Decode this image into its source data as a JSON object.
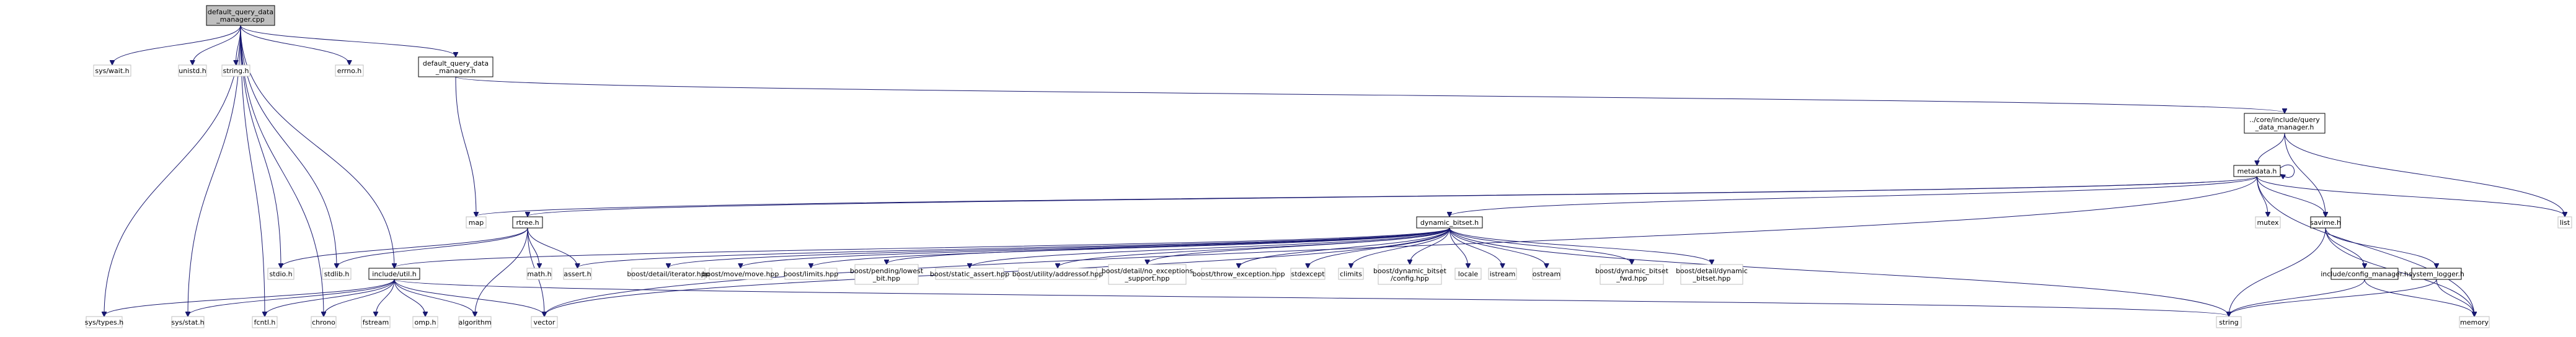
{
  "graph": {
    "edge_color": "#191970",
    "root_fill": "#bfbfbf",
    "nodes": [
      {
        "id": "root",
        "lines": [
          "default_query_data",
          "_manager.cpp"
        ],
        "style": "root"
      },
      {
        "id": "syswait",
        "lines": [
          "sys/wait.h"
        ]
      },
      {
        "id": "unistd",
        "lines": [
          "unistd.h"
        ]
      },
      {
        "id": "string_h",
        "lines": [
          "string.h"
        ]
      },
      {
        "id": "errno",
        "lines": [
          "errno.h"
        ]
      },
      {
        "id": "dqdm_h",
        "lines": [
          "default_query_data",
          "_manager.h"
        ],
        "style": "linked"
      },
      {
        "id": "core_qdm",
        "lines": [
          "../core/include/query",
          "_data_manager.h"
        ],
        "style": "linked"
      },
      {
        "id": "metadata",
        "lines": [
          "metadata.h"
        ],
        "style": "linked"
      },
      {
        "id": "list",
        "lines": [
          "list"
        ]
      },
      {
        "id": "map",
        "lines": [
          "map"
        ]
      },
      {
        "id": "rtree",
        "lines": [
          "rtree.h"
        ],
        "style": "linked"
      },
      {
        "id": "dynbitset",
        "lines": [
          "dynamic_bitset.h"
        ],
        "style": "linked"
      },
      {
        "id": "mutex",
        "lines": [
          "mutex"
        ]
      },
      {
        "id": "savime",
        "lines": [
          "savime.h"
        ],
        "style": "linked"
      },
      {
        "id": "stdio",
        "lines": [
          "stdio.h"
        ]
      },
      {
        "id": "stdlib",
        "lines": [
          "stdlib.h"
        ]
      },
      {
        "id": "math",
        "lines": [
          "math.h"
        ]
      },
      {
        "id": "assert",
        "lines": [
          "assert.h"
        ]
      },
      {
        "id": "util",
        "lines": [
          "include/util.h"
        ],
        "style": "linked"
      },
      {
        "id": "iterator",
        "lines": [
          "boost/detail/iterator.hpp"
        ]
      },
      {
        "id": "move",
        "lines": [
          "boost/move/move.hpp"
        ]
      },
      {
        "id": "limits",
        "lines": [
          "boost/limits.hpp"
        ]
      },
      {
        "id": "lowestbit",
        "lines": [
          "boost/pending/lowest",
          "_bit.hpp"
        ]
      },
      {
        "id": "staticassert",
        "lines": [
          "boost/static_assert.hpp"
        ]
      },
      {
        "id": "addressof",
        "lines": [
          "boost/utility/addressof.hpp"
        ]
      },
      {
        "id": "noexc",
        "lines": [
          "boost/detail/no_exceptions",
          "_support.hpp"
        ]
      },
      {
        "id": "throwexc",
        "lines": [
          "boost/throw_exception.hpp"
        ]
      },
      {
        "id": "stdexcept",
        "lines": [
          "stdexcept"
        ]
      },
      {
        "id": "climits",
        "lines": [
          "climits"
        ]
      },
      {
        "id": "dbconfig",
        "lines": [
          "boost/dynamic_bitset",
          "/config.hpp"
        ]
      },
      {
        "id": "locale",
        "lines": [
          "locale"
        ]
      },
      {
        "id": "istream",
        "lines": [
          "istream"
        ]
      },
      {
        "id": "ostream",
        "lines": [
          "ostream"
        ]
      },
      {
        "id": "dbfwd",
        "lines": [
          "boost/dynamic_bitset",
          "_fwd.hpp"
        ]
      },
      {
        "id": "detdyn",
        "lines": [
          "boost/detail/dynamic",
          "_bitset.hpp"
        ]
      },
      {
        "id": "confmgr",
        "lines": [
          "include/config_manager.h"
        ],
        "style": "linked"
      },
      {
        "id": "syslog",
        "lines": [
          "system_logger.h"
        ],
        "style": "linked"
      },
      {
        "id": "systypes",
        "lines": [
          "sys/types.h"
        ]
      },
      {
        "id": "sysstat",
        "lines": [
          "sys/stat.h"
        ]
      },
      {
        "id": "fcntl",
        "lines": [
          "fcntl.h"
        ]
      },
      {
        "id": "chrono",
        "lines": [
          "chrono"
        ]
      },
      {
        "id": "fstream",
        "lines": [
          "fstream"
        ]
      },
      {
        "id": "omp",
        "lines": [
          "omp.h"
        ]
      },
      {
        "id": "algorithm",
        "lines": [
          "algorithm"
        ]
      },
      {
        "id": "vector",
        "lines": [
          "vector"
        ]
      },
      {
        "id": "string",
        "lines": [
          "string"
        ]
      },
      {
        "id": "memory",
        "lines": [
          "memory"
        ]
      }
    ],
    "edges": [
      [
        "root",
        "syswait"
      ],
      [
        "root",
        "unistd"
      ],
      [
        "root",
        "string_h"
      ],
      [
        "root",
        "errno"
      ],
      [
        "root",
        "dqdm_h"
      ],
      [
        "root",
        "systypes"
      ],
      [
        "root",
        "sysstat"
      ],
      [
        "root",
        "fcntl"
      ],
      [
        "root",
        "stdio"
      ],
      [
        "root",
        "stdlib"
      ],
      [
        "root",
        "util"
      ],
      [
        "root",
        "chrono"
      ],
      [
        "dqdm_h",
        "core_qdm"
      ],
      [
        "dqdm_h",
        "map"
      ],
      [
        "core_qdm",
        "metadata"
      ],
      [
        "core_qdm",
        "list"
      ],
      [
        "core_qdm",
        "savime"
      ],
      [
        "metadata",
        "metadata"
      ],
      [
        "metadata",
        "map"
      ],
      [
        "metadata",
        "list"
      ],
      [
        "metadata",
        "rtree"
      ],
      [
        "metadata",
        "dynbitset"
      ],
      [
        "metadata",
        "mutex"
      ],
      [
        "metadata",
        "savime"
      ],
      [
        "metadata",
        "vector"
      ],
      [
        "metadata",
        "memory"
      ],
      [
        "rtree",
        "stdio"
      ],
      [
        "rtree",
        "stdlib"
      ],
      [
        "rtree",
        "math"
      ],
      [
        "rtree",
        "assert"
      ],
      [
        "rtree",
        "algorithm"
      ],
      [
        "rtree",
        "vector"
      ],
      [
        "dynbitset",
        "assert"
      ],
      [
        "dynbitset",
        "util"
      ],
      [
        "dynbitset",
        "iterator"
      ],
      [
        "dynbitset",
        "move"
      ],
      [
        "dynbitset",
        "limits"
      ],
      [
        "dynbitset",
        "lowestbit"
      ],
      [
        "dynbitset",
        "staticassert"
      ],
      [
        "dynbitset",
        "addressof"
      ],
      [
        "dynbitset",
        "noexc"
      ],
      [
        "dynbitset",
        "throwexc"
      ],
      [
        "dynbitset",
        "stdexcept"
      ],
      [
        "dynbitset",
        "climits"
      ],
      [
        "dynbitset",
        "dbconfig"
      ],
      [
        "dynbitset",
        "locale"
      ],
      [
        "dynbitset",
        "istream"
      ],
      [
        "dynbitset",
        "ostream"
      ],
      [
        "dynbitset",
        "dbfwd"
      ],
      [
        "dynbitset",
        "detdyn"
      ],
      [
        "dynbitset",
        "vector"
      ],
      [
        "dynbitset",
        "string"
      ],
      [
        "savime",
        "confmgr"
      ],
      [
        "savime",
        "syslog"
      ],
      [
        "savime",
        "string"
      ],
      [
        "savime",
        "memory"
      ],
      [
        "confmgr",
        "string"
      ],
      [
        "confmgr",
        "memory"
      ],
      [
        "syslog",
        "string"
      ],
      [
        "syslog",
        "memory"
      ],
      [
        "util",
        "systypes"
      ],
      [
        "util",
        "sysstat"
      ],
      [
        "util",
        "fcntl"
      ],
      [
        "util",
        "chrono"
      ],
      [
        "util",
        "fstream"
      ],
      [
        "util",
        "omp"
      ],
      [
        "util",
        "algorithm"
      ],
      [
        "util",
        "vector"
      ],
      [
        "util",
        "string"
      ]
    ]
  }
}
